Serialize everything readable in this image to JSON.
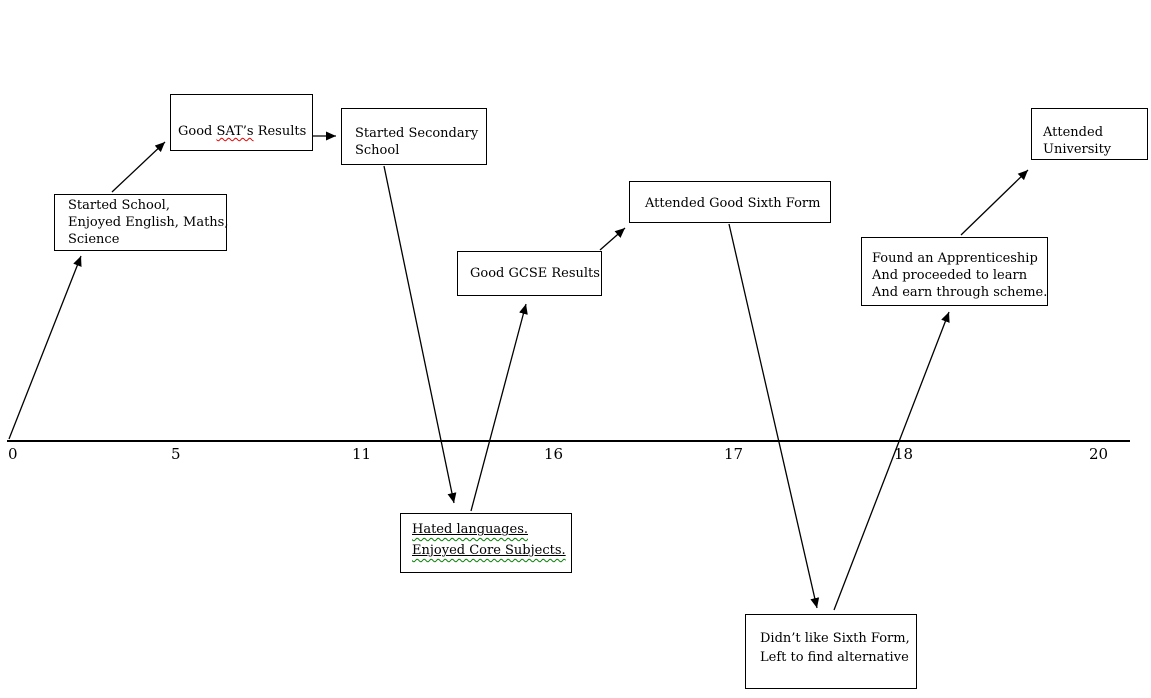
{
  "diagram_type": "education-timeline",
  "axis": {
    "ticks": [
      "0",
      "5",
      "11",
      "16",
      "17",
      "18",
      "20"
    ]
  },
  "boxes": {
    "started_school": {
      "lines": [
        "Started School,",
        "Enjoyed English, Maths,",
        "Science"
      ]
    },
    "good_sats": {
      "pre": "Good ",
      "misspelled": "SAT’s",
      "post": " Results"
    },
    "secondary_school": {
      "lines": [
        "Started Secondary",
        "School"
      ]
    },
    "university": {
      "lines": [
        "Attended",
        "University"
      ]
    },
    "sixth_form": {
      "lines": [
        "Attended Good Sixth Form"
      ]
    },
    "gcse": {
      "lines": [
        "Good GCSE Results"
      ]
    },
    "apprenticeship": {
      "lines": [
        "Found an Apprenticeship",
        "And proceeded to learn",
        "And earn through scheme."
      ]
    },
    "hated_languages": {
      "lines": [
        "Hated languages.",
        "Enjoyed Core Subjects."
      ]
    },
    "didnt_like": {
      "lines": [
        "Didn’t like Sixth Form,",
        "Left to find alternative"
      ]
    }
  },
  "edges": [
    {
      "from": "timeline-start-0",
      "to": "started_school"
    },
    {
      "from": "started_school",
      "to": "good_sats"
    },
    {
      "from": "good_sats",
      "to": "secondary_school"
    },
    {
      "from": "secondary_school",
      "to": "hated_languages"
    },
    {
      "from": "hated_languages",
      "to": "gcse"
    },
    {
      "from": "gcse",
      "to": "sixth_form"
    },
    {
      "from": "sixth_form",
      "to": "didnt_like"
    },
    {
      "from": "didnt_like",
      "to": "apprenticeship"
    },
    {
      "from": "apprenticeship",
      "to": "university"
    }
  ],
  "colors": {
    "background": "#ffffff",
    "line": "#000000",
    "spellcheck_underline": "#e60000",
    "grammar_underline": "#008000"
  }
}
